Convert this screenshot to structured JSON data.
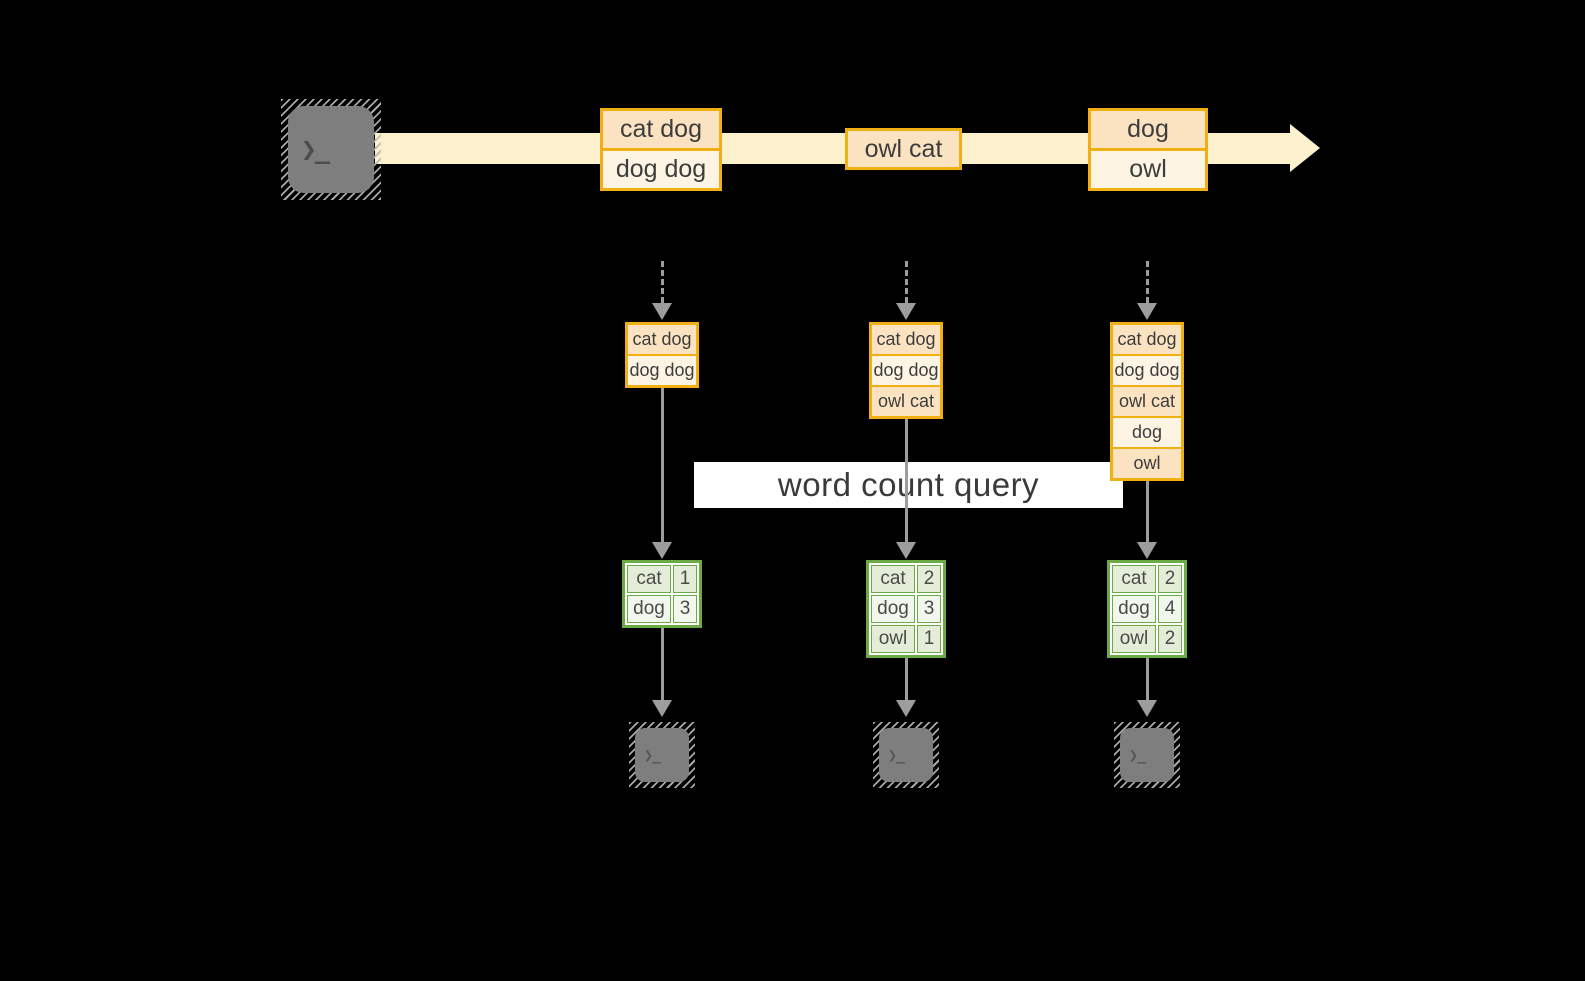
{
  "diagram": {
    "banner": "word count query",
    "terminal_glyph": "❯_",
    "stream_messages": [
      {
        "lines": [
          "cat dog",
          "dog dog"
        ]
      },
      {
        "lines": [
          "owl cat"
        ]
      },
      {
        "lines": [
          "dog",
          "owl"
        ]
      }
    ],
    "workers": [
      {
        "buffer": [
          "cat dog",
          "dog dog"
        ],
        "counts": [
          {
            "word": "cat",
            "count": "1"
          },
          {
            "word": "dog",
            "count": "3"
          }
        ]
      },
      {
        "buffer": [
          "cat dog",
          "dog dog",
          "owl cat"
        ],
        "counts": [
          {
            "word": "cat",
            "count": "2"
          },
          {
            "word": "dog",
            "count": "3"
          },
          {
            "word": "owl",
            "count": "1"
          }
        ]
      },
      {
        "buffer": [
          "cat dog",
          "dog dog",
          "owl cat",
          "dog",
          "owl"
        ],
        "counts": [
          {
            "word": "cat",
            "count": "2"
          },
          {
            "word": "dog",
            "count": "4"
          },
          {
            "word": "owl",
            "count": "2"
          }
        ]
      }
    ],
    "colors": {
      "background": "#000000",
      "stream_band": "#fcf1cc",
      "box_border": "#f0b012",
      "box_fill_dark": "#fbe2c1",
      "box_fill_light": "#fdf4e4",
      "table_border": "#6caa45",
      "cell_fill_a": "#e3edd8",
      "cell_fill_b": "#f1f7ec",
      "arrow_gray": "#9d9d9d",
      "banner_bg": "#ffffff",
      "text": "#3d3d3d"
    }
  }
}
